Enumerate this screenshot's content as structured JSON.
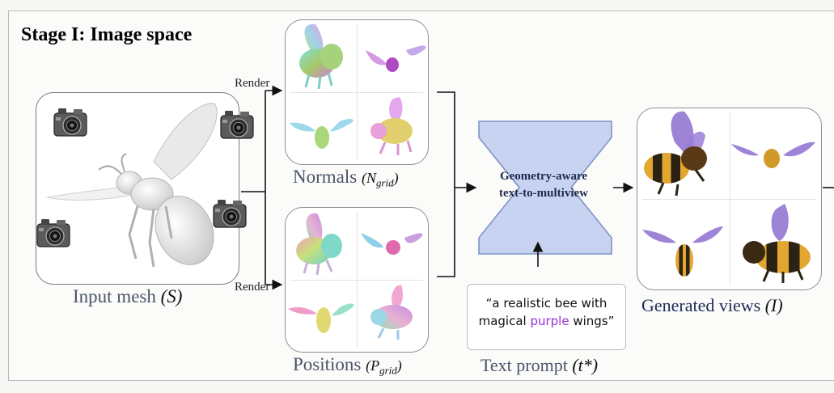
{
  "stage_title": "Stage I: Image space",
  "render_label_top": "Render",
  "render_label_bottom": "Render",
  "input_mesh": {
    "caption": "Input mesh",
    "symbol": "(S)"
  },
  "normals": {
    "caption": "Normals",
    "symbol_main": "(N",
    "symbol_sub": "grid",
    "symbol_close": ")"
  },
  "positions": {
    "caption": "Positions",
    "symbol_main": "(P",
    "symbol_sub": "grid",
    "symbol_close": ")"
  },
  "model": {
    "line1": "Geometry-aware",
    "line2": "text-to-multiview"
  },
  "prompt": {
    "line1": "“a realistic bee with",
    "line2_before": "magical ",
    "line2_highlight": "purple",
    "line2_after": " wings”",
    "caption": "Text prompt",
    "symbol": "(t*)"
  },
  "generated": {
    "caption": "Generated views",
    "symbol": "(I)"
  },
  "colors": {
    "unet_fill": "#c7d3f1",
    "unet_stroke": "#8093c6",
    "highlight": "#9b30d6",
    "bee_yellow": "#e2a72e",
    "bee_black": "#2b2214",
    "wing_purple": "#8d6fd0"
  },
  "icons": [
    "camera-icon",
    "bee-mesh-icon",
    "normal-map-bee-icon",
    "position-map-bee-icon",
    "textured-bee-icon",
    "arrow-icon"
  ]
}
